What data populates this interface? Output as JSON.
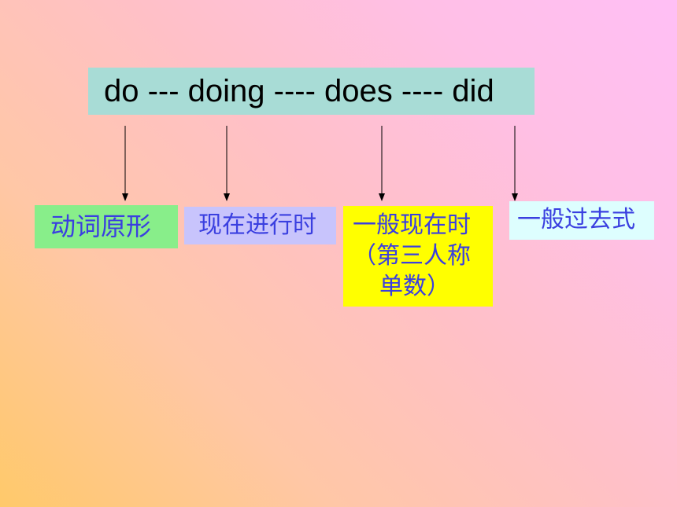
{
  "headline": "do --- doing ---- does ---- did",
  "labels": {
    "base_form": "动词原形",
    "present_continuous": "现在进行时",
    "simple_present": {
      "line1": "一般现在时",
      "line2": "（第三人称",
      "line3": "单数）"
    },
    "simple_past": "一般过去式"
  },
  "colors": {
    "headline_bg": "#a8dcd6",
    "base_form_bg": "#88ee8a",
    "present_continuous_bg": "#c8c4fc",
    "simple_present_bg": "#ffff00",
    "simple_past_bg": "#ddfefe",
    "label_text": "#3a3fe0"
  }
}
